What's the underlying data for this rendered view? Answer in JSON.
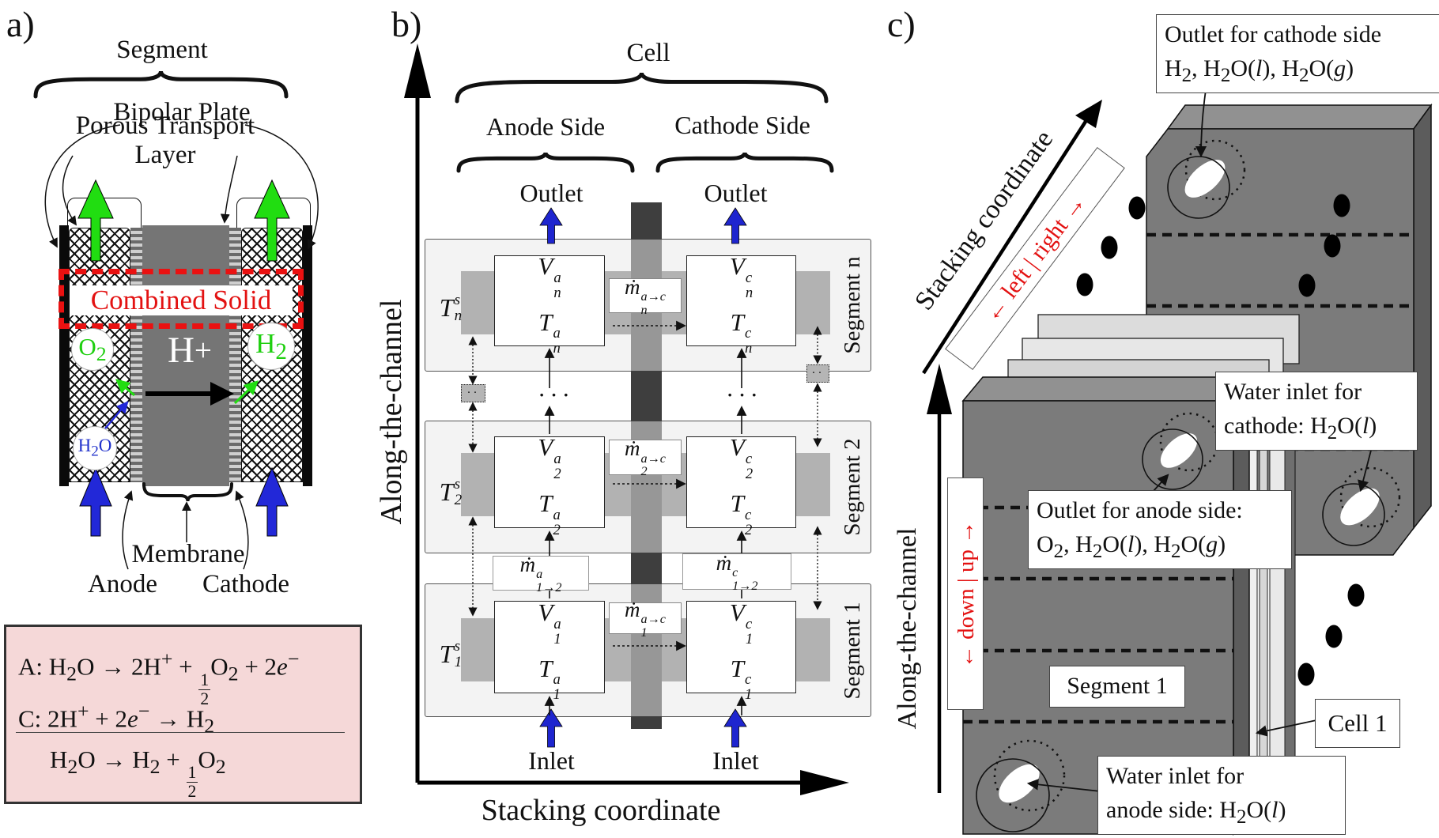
{
  "colors": {
    "red": "#e31212",
    "green": "#1fcf10",
    "blue": "#2233cc",
    "plate_gray": "#7b7b7b",
    "pink_bg": "#f5d8d8"
  },
  "panel_a": {
    "label": "a)",
    "segment": "Segment",
    "bipolar_plate": "Bipolar Plate",
    "ptl": "Porous Transport Layer",
    "combined_solid": "Combined Solid",
    "o2": "O<sub>2</sub>",
    "h2": "H<sub>2</sub>",
    "h2o": "H<sub>2</sub>O",
    "h_plus": "H<sup>+</sup>",
    "membrane": "Membrane",
    "anode": "Anode",
    "cathode": "Cathode",
    "reaction_a": "A: H<sub>2</sub>O → 2H<sup>+</sup> + <span class=\"frac\"><span>1</span><span>2</span></span>O<sub>2</sub> + 2<i>e</i><sup>−</sup>",
    "reaction_c": "C: 2H<sup>+</sup> + 2<i>e</i><sup>−</sup> → H<sub>2</sub>",
    "reaction_net": "H<sub>2</sub>O → H<sub>2</sub> + <span class=\"frac\"><span>1</span><span>2</span></span>O<sub>2</sub>"
  },
  "panel_b": {
    "label": "b)",
    "cell": "Cell",
    "anode_side": "Anode Side",
    "cathode_side": "Cathode Side",
    "outlet": "Outlet",
    "inlet": "Inlet",
    "x_axis": "Stacking coordinate",
    "y_axis": "Along-the-channel",
    "dots": "···",
    "dots_small": "··",
    "m_anode_12": "<i>ṁ</i><span class=\"ss\"><span>a</span><span>1→2</span></span>",
    "m_cathode_12": "<i>ṁ</i><span class=\"ss\"><span>c</span><span>1→2</span></span>",
    "segments": [
      {
        "name": "Segment n",
        "ts": "<i>T</i><span class=\"ss\"><span>s</span><span>n</span></span>",
        "v_anode": "<i>V</i><span class=\"ss\"><span>a</span><span>n</span></span>",
        "t_anode": "<i>T</i><span class=\"ss\"><span>a</span><span>n</span></span>",
        "m_transfer": "<i>ṁ</i><span class=\"ss\"><span>a→c</span><span>n</span></span>",
        "v_cathode": "<i>V</i><span class=\"ss\"><span>c</span><span>n</span></span>",
        "t_cathode": "<i>T</i><span class=\"ss\"><span>c</span><span>n</span></span>"
      },
      {
        "name": "Segment 2",
        "ts": "<i>T</i><span class=\"ss\"><span>s</span><span>2</span></span>",
        "v_anode": "<i>V</i><span class=\"ss\"><span>a</span><span>2</span></span>",
        "t_anode": "<i>T</i><span class=\"ss\"><span>a</span><span>2</span></span>",
        "m_transfer": "<i>ṁ</i><span class=\"ss\"><span>a→c</span><span>2</span></span>",
        "v_cathode": "<i>V</i><span class=\"ss\"><span>c</span><span>2</span></span>",
        "t_cathode": "<i>T</i><span class=\"ss\"><span>c</span><span>2</span></span>"
      },
      {
        "name": "Segment 1",
        "ts": "<i>T</i><span class=\"ss\"><span>s</span><span>1</span></span>",
        "v_anode": "<i>V</i><span class=\"ss\"><span>a</span><span>1</span></span>",
        "t_anode": "<i>T</i><span class=\"ss\"><span>a</span><span>1</span></span>",
        "m_transfer": "<i>ṁ</i><span class=\"ss\"><span>a→c</span><span>1</span></span>",
        "v_cathode": "<i>V</i><span class=\"ss\"><span>c</span><span>1</span></span>",
        "t_cathode": "<i>T</i><span class=\"ss\"><span>c</span><span>1</span></span>"
      }
    ]
  },
  "panel_c": {
    "label": "c)",
    "stacking_axis": "Stacking coordinate",
    "channel_axis": "Along-the-channel",
    "left_right": "← left | right →",
    "down_up": "← down | up →",
    "segment1": "Segment 1",
    "cell1": "Cell 1",
    "outlet_cathode_l1": "Outlet for cathode side",
    "outlet_cathode_l2": "H<sub>2</sub>, H<sub>2</sub>O(<i>l</i>), H<sub>2</sub>O(<i>g</i>)",
    "water_cathode_l1": "Water inlet for",
    "water_cathode_l2": "cathode: H<sub>2</sub>O(<i>l</i>)",
    "outlet_anode_l1": "Outlet for anode side:",
    "outlet_anode_l2": "O<sub>2</sub>, H<sub>2</sub>O(<i>l</i>), H<sub>2</sub>O(<i>g</i>)",
    "water_anode_l1": "Water inlet for",
    "water_anode_l2": "anode side: H<sub>2</sub>O(<i>l</i>)"
  }
}
